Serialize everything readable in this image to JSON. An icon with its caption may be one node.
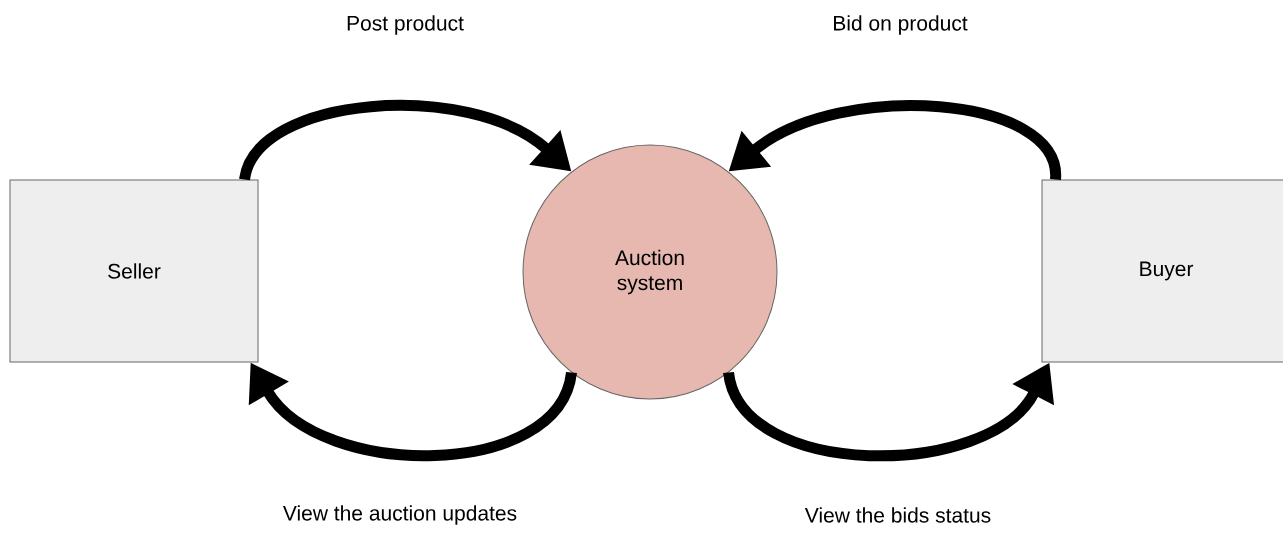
{
  "diagram": {
    "nodes": [
      {
        "text": [
          "Seller"
        ]
      },
      {
        "text": [
          "Auction system"
        ]
      },
      {
        "text": [
          "Buyer"
        ]
      }
    ],
    "edges": [
      {
        "from": 0,
        "to": 1,
        "arrow": "to",
        "label": "Post product"
      },
      {
        "from": 2,
        "to": 1,
        "arrow": "to",
        "label": "Bid on product"
      },
      {
        "from": 1,
        "to": 0,
        "arrow": "to",
        "label": "View the auction updates"
      },
      {
        "from": 1,
        "to": 2,
        "arrow": "to",
        "label": "View the bids status"
      }
    ]
  }
}
